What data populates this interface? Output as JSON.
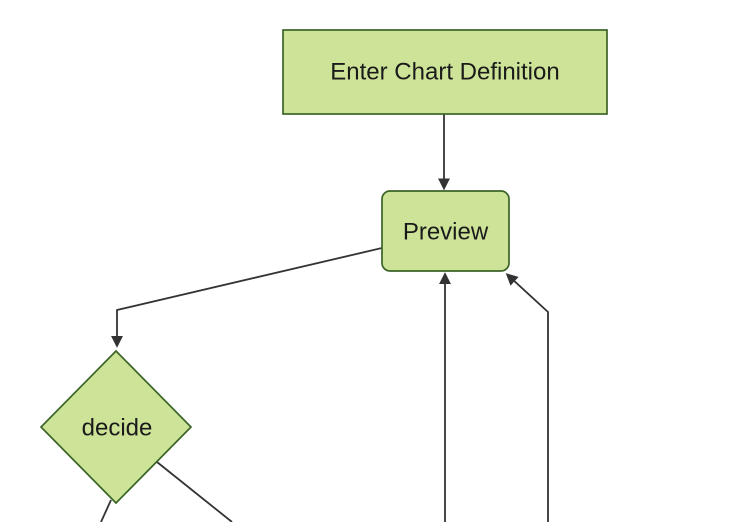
{
  "diagram": {
    "type": "flowchart",
    "background": "#ffffff",
    "theme": {
      "node_fill": "#cde498",
      "node_border": "#3b6427",
      "edge_color": "#333333",
      "label_color": "#1a1a1a"
    },
    "nodes": [
      {
        "id": "enter-chart-definition",
        "label": "Enter Chart Definition",
        "shape": "rectangle"
      },
      {
        "id": "preview",
        "label": "Preview",
        "shape": "rounded-rectangle"
      },
      {
        "id": "decide",
        "label": "decide",
        "shape": "diamond"
      }
    ],
    "edges": [
      {
        "from": "enter-chart-definition",
        "to": "preview",
        "arrow": true
      },
      {
        "from": "preview",
        "to": "decide",
        "arrow": true
      },
      {
        "from": "offscreen-bottom-center",
        "to": "preview",
        "arrow": true
      },
      {
        "from": "offscreen-bottom-right",
        "to": "preview",
        "arrow": true
      },
      {
        "from": "decide",
        "to": "offscreen-bottom-left",
        "arrow": false
      },
      {
        "from": "decide",
        "to": "offscreen-bottom-right",
        "arrow": false
      }
    ]
  }
}
